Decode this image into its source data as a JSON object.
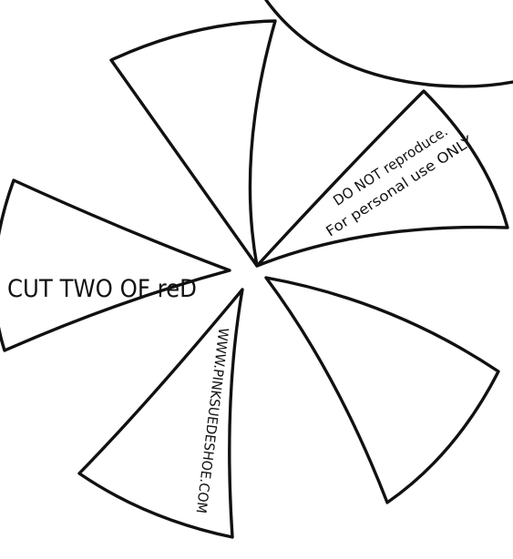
{
  "labels": {
    "cut_instruction": "CUT TWO OF reD",
    "notice_line1": "DO NOT reproduce.",
    "notice_line2": "For personal use ONLY",
    "website": "WWW.PINKSUEDESHOE.COM"
  },
  "colors": {
    "outline": "#111111",
    "paper": "#ffffff"
  }
}
